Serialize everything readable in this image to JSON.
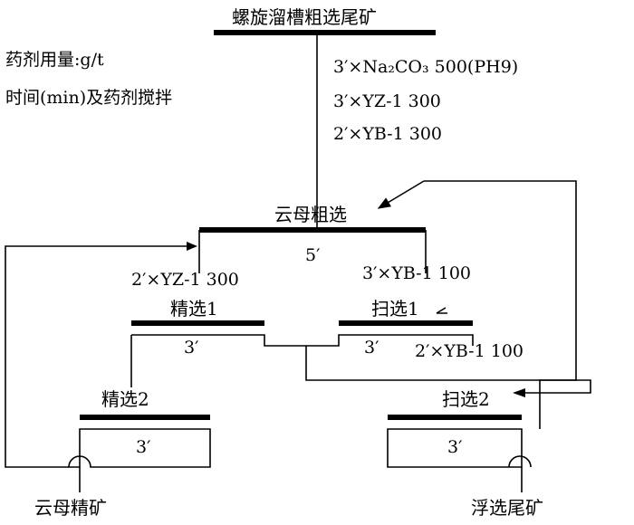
{
  "feed": "螺旋溜槽粗选尾矿",
  "notes": {
    "dosage_unit": "药剂用量:g/t",
    "time_note": "时间(min)及药剂搅拌"
  },
  "feed_reagents": [
    "3′×Na₂CO₃ 500(PH9)",
    "3′×YZ-1 300",
    "2′×YB-1 300"
  ],
  "rougher": {
    "label": "云母粗选",
    "time": "5′"
  },
  "cleaner1": {
    "label": "精选1",
    "time": "3′",
    "reagent": "2′×YZ-1 300"
  },
  "scavenger1": {
    "label": "扫选1",
    "time": "3′",
    "reagent": "3′×YB-1 100"
  },
  "cleaner2": {
    "label": "精选2",
    "time": "3′"
  },
  "scavenger2": {
    "label": "扫选2",
    "time": "3′",
    "reagent": "2′×YB-1 100"
  },
  "products": {
    "concentrate": "云母精矿",
    "tailings": "浮选尾矿"
  }
}
